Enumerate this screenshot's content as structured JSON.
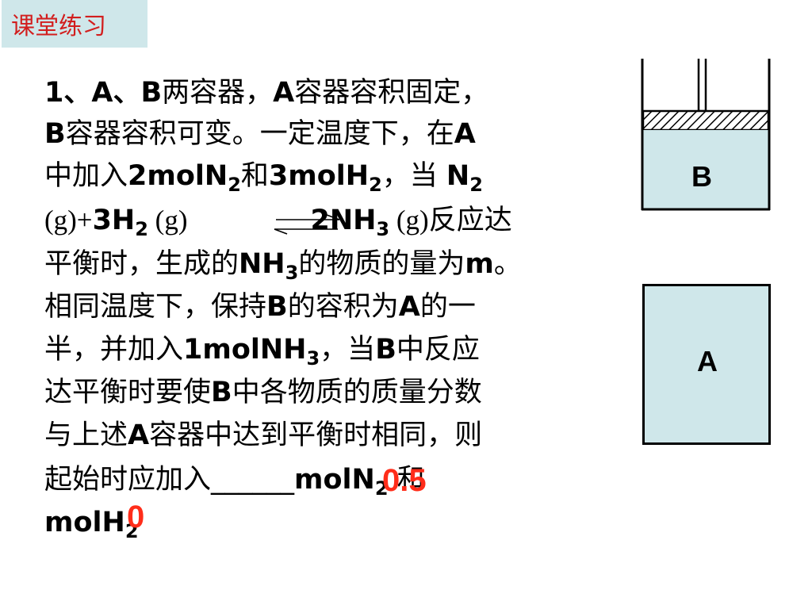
{
  "header": {
    "title": "课堂练习",
    "title_color": "#d21e1e",
    "background": "#cfe7ea"
  },
  "problem": {
    "l1": {
      "a": "1、A、B",
      "b": "两容器，",
      "c": "A",
      "d": "容器容积固定，"
    },
    "l2": {
      "a": "B",
      "b": "容器容积可变。一定温度下，在",
      "c": "A"
    },
    "l3": {
      "a": "中加入",
      "b": "2molN",
      "c": "2",
      "d": "和",
      "e": "3molH",
      "f": "2",
      "g": "，当 ",
      "h": "N",
      "i": "2"
    },
    "l4": {
      "a": "(g)+",
      "b": "3H",
      "c": "2",
      "d": " (g)",
      "e": "2NH",
      "f": "3",
      "g": " (g)",
      "h": "反应达"
    },
    "l5": {
      "a": "平衡时，生成的",
      "b": "NH",
      "c": "3",
      "d": "的物质的量为",
      "e": "m",
      "f": "。"
    },
    "l6": {
      "a": "相同温度下，保持",
      "b": "B",
      "c": "的容积为",
      "d": "A",
      "e": "的一"
    },
    "l7": {
      "a": "半，并加入",
      "b": "1molNH",
      "c": "3",
      "d": "，当",
      "e": "B",
      "f": "中反应"
    },
    "l8": {
      "a": "达平衡时要使",
      "b": "B",
      "c": "中各物质的质量分数"
    },
    "l9": {
      "a": "与上述",
      "b": "A",
      "c": "容器中达到平衡时相同，则"
    },
    "l10": {
      "a": "起始时应加入",
      "b": "______",
      "c": "molN",
      "d": "2",
      "e": " 和"
    },
    "l11": {
      "a": "molH",
      "b": "2"
    }
  },
  "answers": {
    "first": "0.5",
    "second": "0",
    "color": "#ff2d1a"
  },
  "vessels": {
    "b_label": "B",
    "a_label": "A",
    "fill_color": "#cfe7ea"
  }
}
